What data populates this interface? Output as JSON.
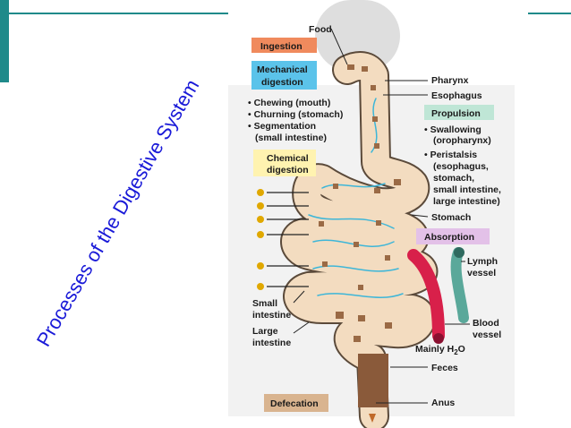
{
  "slide": {
    "title": "Processes of the Digestive System"
  },
  "diagram": {
    "input_label": "Food",
    "processes": {
      "ingestion": "Ingestion",
      "mechanical_1": "Mechanical",
      "mechanical_2": "digestion",
      "mech_items": [
        "• Chewing (mouth)",
        "• Churning (stomach)",
        "• Segmentation",
        "(small intestine)"
      ],
      "chemical_1": "Chemical",
      "chemical_2": "digestion",
      "propulsion": "Propulsion",
      "propulsion_items": [
        "• Swallowing",
        "(oropharynx)",
        "• Peristalsis",
        "(esophagus,",
        "stomach,",
        "small intestine,",
        "large intestine)"
      ],
      "absorption": "Absorption",
      "defecation": "Defecation"
    },
    "organs": {
      "pharynx": "Pharynx",
      "esophagus": "Esophagus",
      "stomach": "Stomach",
      "small_intestine_1": "Small",
      "small_intestine_2": "intestine",
      "large_intestine_1": "Large",
      "large_intestine_2": "intestine",
      "lymph_1": "Lymph",
      "lymph_2": "vessel",
      "blood_1": "Blood",
      "blood_2": "vessel",
      "mainly_h2o_prefix": "Mainly H",
      "mainly_h2o_sub": "2",
      "mainly_h2o_suffix": "O",
      "feces": "Feces",
      "anus": "Anus"
    },
    "colors": {
      "ingestion": "#f08a5d",
      "mechanical": "#5bc3ea",
      "chemical": "#fff3b0",
      "propulsion": "#bfe6d6",
      "absorption": "#e3c1e8",
      "defecation": "#d9b48f",
      "tract": "#f3dcc0",
      "enzyme_stream": "#3db6d8",
      "blood_vessel": "#d8204a",
      "lymph_vessel": "#5aa89a",
      "feces": "#8a5a3a"
    }
  }
}
